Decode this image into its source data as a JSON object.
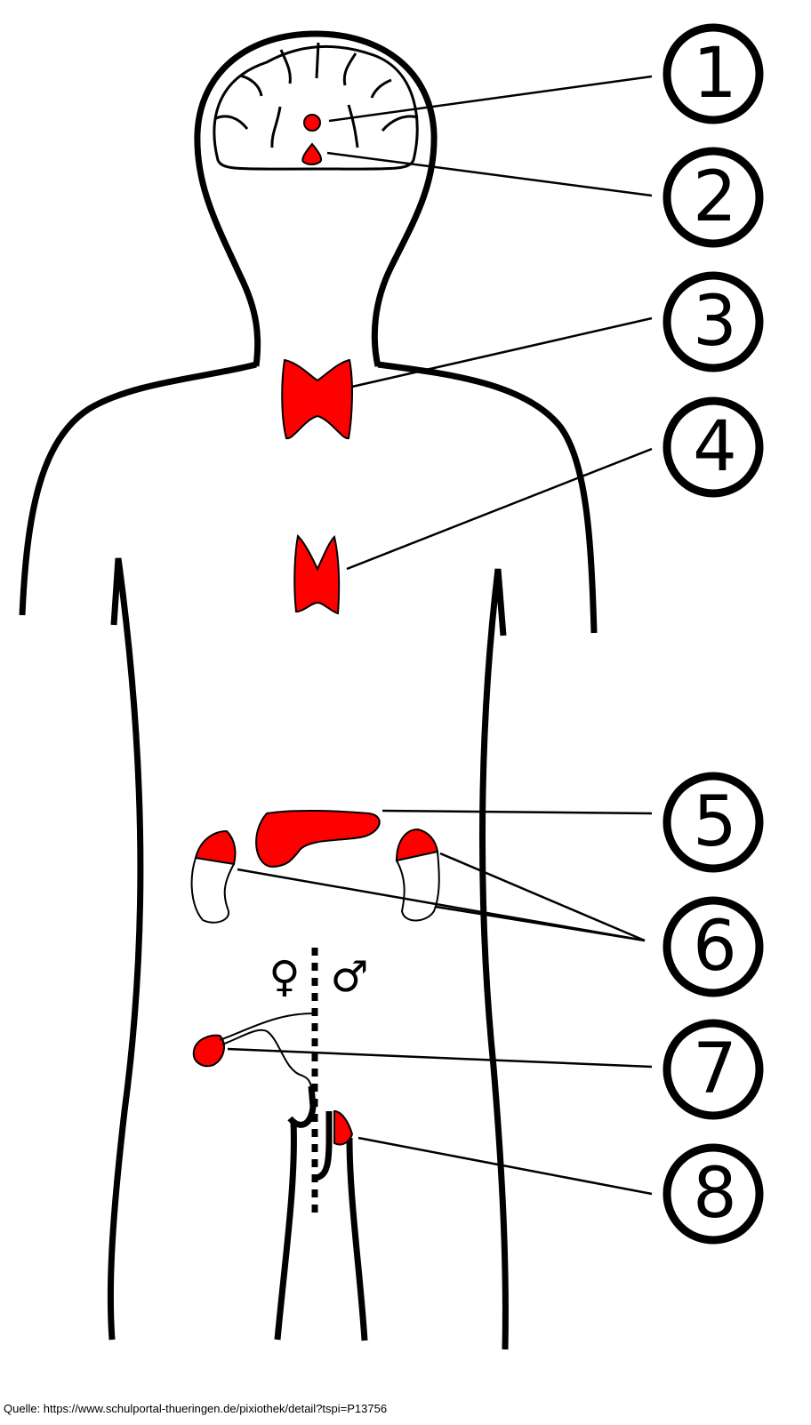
{
  "labels": [
    "1",
    "2",
    "3",
    "4",
    "5",
    "6",
    "7",
    "8"
  ],
  "symbols": {
    "female": "♀",
    "male": "♂"
  },
  "colors": {
    "gland": "#ff0000",
    "outline": "#000000"
  },
  "source": "Quelle: https://www.schulportal-thueringen.de/pixiothek/detail?tspi=P13756"
}
